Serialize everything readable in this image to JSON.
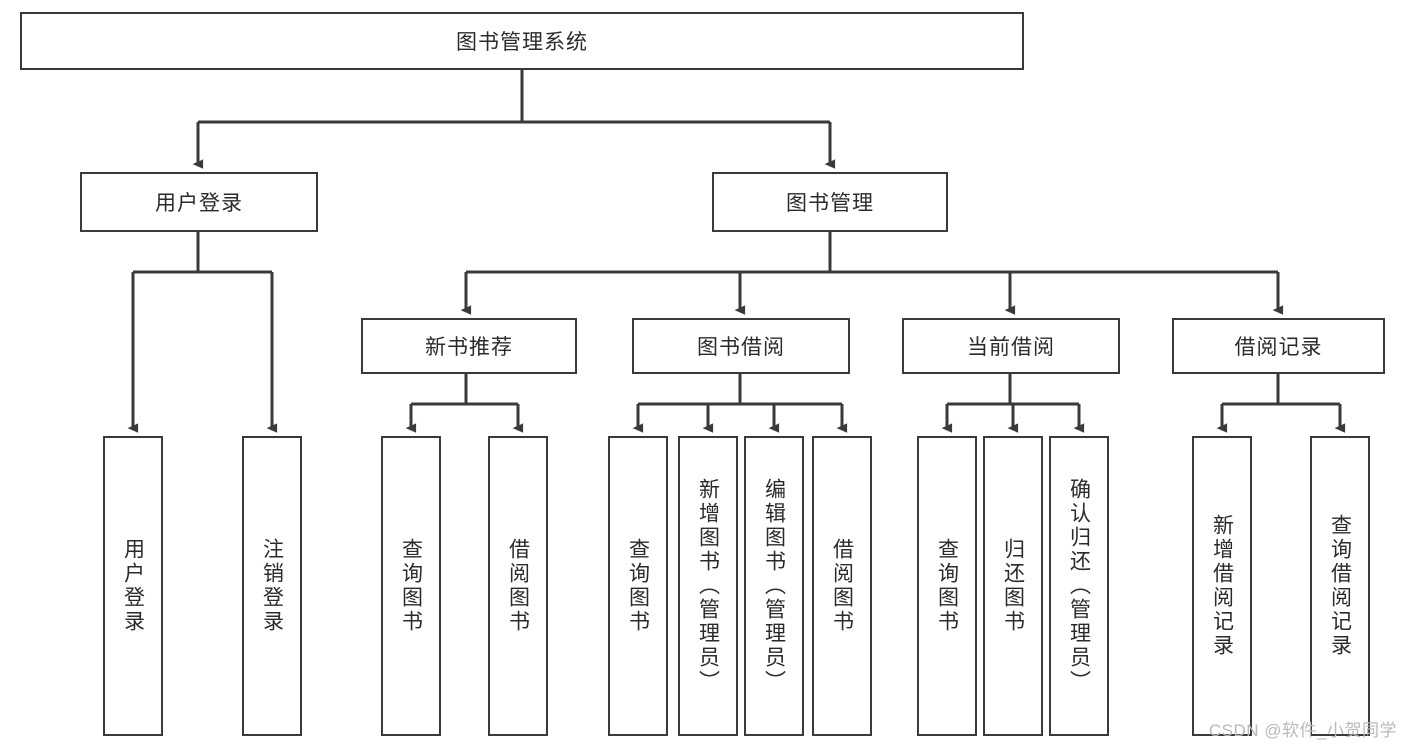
{
  "diagram": {
    "title_node": {
      "label": "图书管理系统"
    },
    "level1": [
      {
        "id": "user-login",
        "label": "用户登录"
      },
      {
        "id": "book-management",
        "label": "图书管理"
      }
    ],
    "level2": [
      {
        "id": "new-book-recommend",
        "label": "新书推荐"
      },
      {
        "id": "book-borrow",
        "label": "图书借阅"
      },
      {
        "id": "current-borrow",
        "label": "当前借阅"
      },
      {
        "id": "borrow-record",
        "label": "借阅记录"
      }
    ],
    "leaves": [
      {
        "id": "leaf-user-login",
        "label": "用户登录",
        "parent": "user-login"
      },
      {
        "id": "leaf-logout-login",
        "label": "注销登录",
        "parent": "user-login"
      },
      {
        "id": "leaf-query-book-1",
        "label": "查询图书",
        "parent": "new-book-recommend"
      },
      {
        "id": "leaf-borrow-book-1",
        "label": "借阅图书",
        "parent": "new-book-recommend"
      },
      {
        "id": "leaf-query-book-2",
        "label": "查询图书",
        "parent": "book-borrow"
      },
      {
        "id": "leaf-add-book",
        "label": "新增图书（管理员）",
        "parent": "book-borrow"
      },
      {
        "id": "leaf-edit-book",
        "label": "编辑图书（管理员）",
        "parent": "book-borrow"
      },
      {
        "id": "leaf-borrow-book-2",
        "label": "借阅图书",
        "parent": "book-borrow"
      },
      {
        "id": "leaf-query-book-3",
        "label": "查询图书",
        "parent": "current-borrow"
      },
      {
        "id": "leaf-return-book",
        "label": "归还图书",
        "parent": "current-borrow"
      },
      {
        "id": "leaf-confirm-return",
        "label": "确认归还（管理员）",
        "parent": "current-borrow"
      },
      {
        "id": "leaf-add-record",
        "label": "新增借阅记录",
        "parent": "borrow-record"
      },
      {
        "id": "leaf-query-record",
        "label": "查询借阅记录",
        "parent": "borrow-record"
      }
    ],
    "watermark": "CSDN @软件_小贺同学",
    "colors": {
      "stroke": "#3a3a3a",
      "text": "#2b2b2b",
      "background": "#ffffff",
      "watermark": "#b9b9b9"
    }
  }
}
